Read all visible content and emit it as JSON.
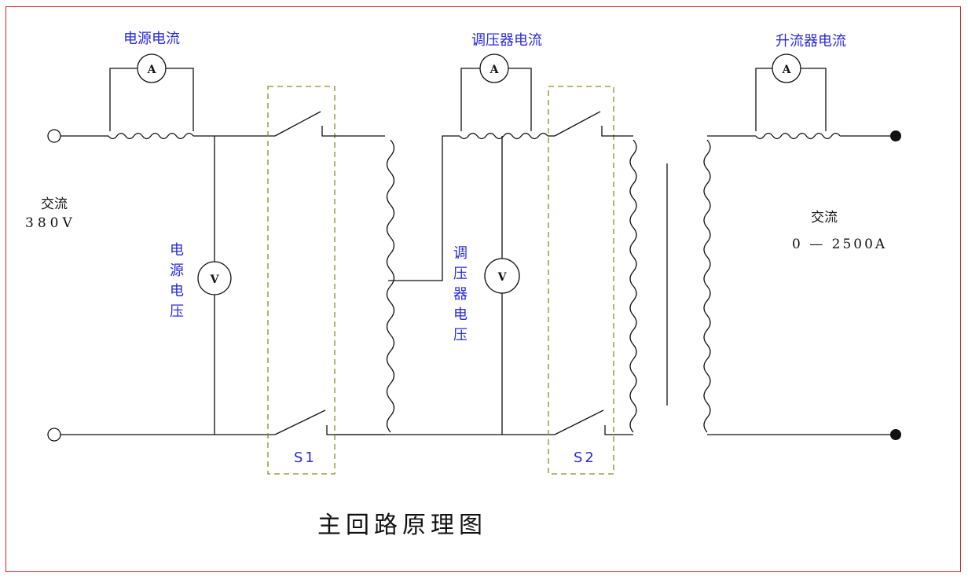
{
  "labels": {
    "supply_current": "电源电流",
    "regulator_current": "调压器电流",
    "booster_current": "升流器电流",
    "input_ac": "交流",
    "input_voltage": "380V",
    "supply_voltage": "电源电压",
    "regulator_voltage": "调压器电压",
    "output_ac": "交流",
    "output_range": "0 — 2500A",
    "switch_1": "S1",
    "switch_2": "S2",
    "title": "主回路原理图"
  },
  "meters": {
    "ammeter_symbol": "A",
    "voltmeter_symbol": "V"
  },
  "colors": {
    "label_blue": "#2a2ad4",
    "wire": "#111111",
    "switch_box": "#8f8a2c",
    "border": "#d8232a"
  }
}
